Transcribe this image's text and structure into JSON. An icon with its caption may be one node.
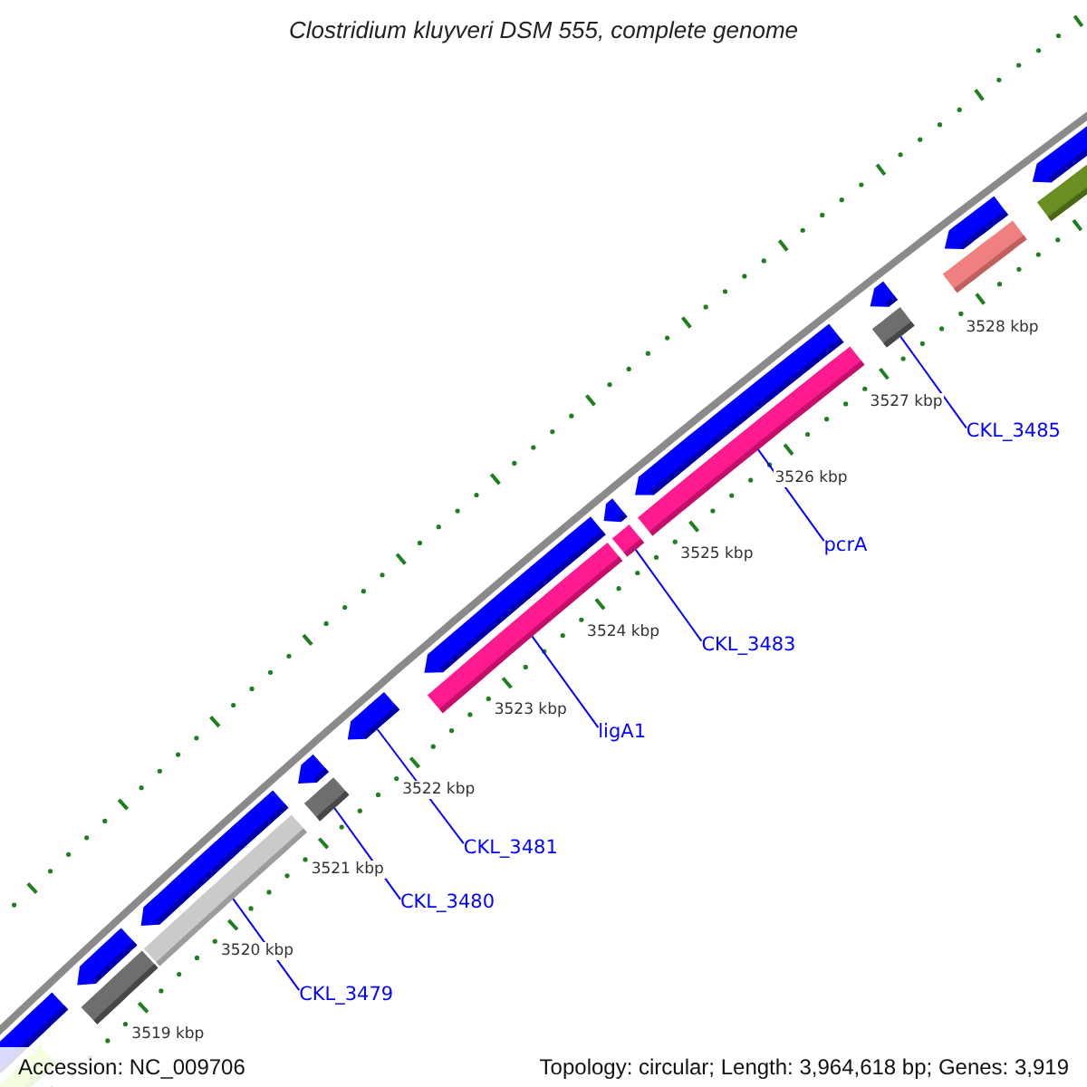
{
  "diagram": {
    "title": "Clostridium kluyveri DSM 555, complete genome",
    "nodes": [
      {
        "text": [
          "CKL_3485"
        ]
      },
      {
        "text": [
          "pcrA"
        ]
      },
      {
        "text": [
          "CKL_3483"
        ]
      },
      {
        "text": [
          "ligA1"
        ]
      },
      {
        "text": [
          "CKL_3481"
        ]
      },
      {
        "text": [
          "CKL_3480"
        ]
      },
      {
        "text": [
          "CKL_3479"
        ]
      },
      {
        "text": [],
        "shape": "bar"
      },
      {
        "text": [],
        "shape": "bar"
      },
      {
        "text": [],
        "shape": "arrow"
      },
      {
        "text": [],
        "shape": "bar"
      },
      {
        "text": [],
        "shape": "bar"
      },
      {
        "text": [],
        "shape": "bar"
      },
      {
        "text": [],
        "shape": "bar"
      }
    ],
    "edges": [
      {
        "from": 0,
        "to": 13,
        "arrow": "none"
      },
      {
        "from": 1,
        "to": 12,
        "arrow": "none"
      },
      {
        "from": 2,
        "to": 11,
        "arrow": "none"
      },
      {
        "from": 3,
        "to": 10,
        "arrow": "none"
      },
      {
        "from": 4,
        "to": 9,
        "arrow": "none"
      },
      {
        "from": 5,
        "to": 8,
        "arrow": "none"
      },
      {
        "from": 6,
        "to": 7,
        "arrow": "none"
      }
    ],
    "labels": [
      "3528 kbp",
      "3527 kbp",
      "3526 kbp",
      "3525 kbp",
      "3524 kbp",
      "3523 kbp",
      "3522 kbp",
      "3521 kbp",
      "3520 kbp",
      "3519 kbp",
      "Accession: NC_009706",
      "Topology: circular; Length: 3,964,618 bp; Genes: 3,919"
    ]
  }
}
